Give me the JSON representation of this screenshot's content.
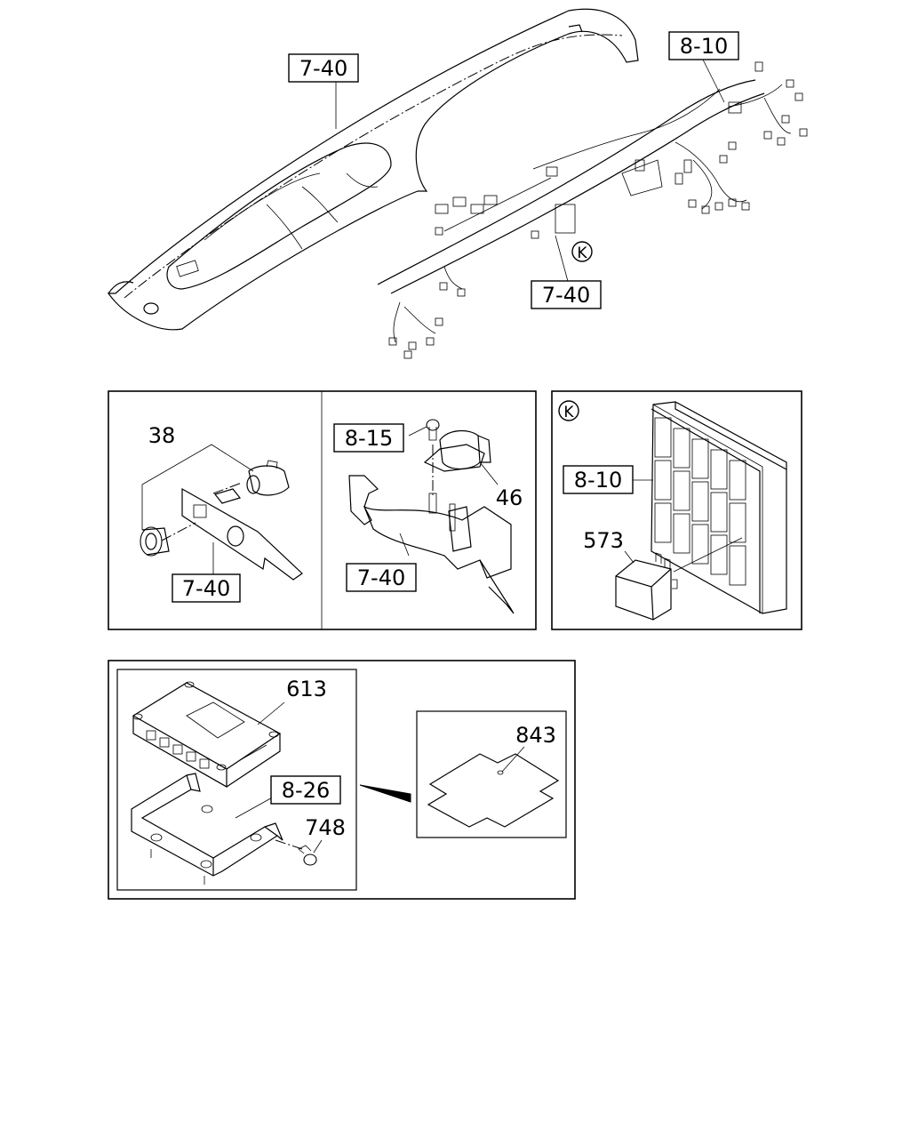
{
  "labels": {
    "top_dash_ref": "7-40",
    "top_harness_ref": "8-10",
    "top_harness_bracket_ref": "7-40",
    "detail_k_marker": "K",
    "top_k_marker": "K",
    "switch_part": "38",
    "switch_bracket_ref": "7-40",
    "relay_bolt_ref": "8-15",
    "relay_part": "46",
    "relay_bracket_ref": "7-40",
    "relay_box_ref": "8-10",
    "relay_573": "573",
    "ecu_part": "613",
    "ecu_bracket_ref": "8-26",
    "bolt_part": "748",
    "insulator_part": "843"
  }
}
